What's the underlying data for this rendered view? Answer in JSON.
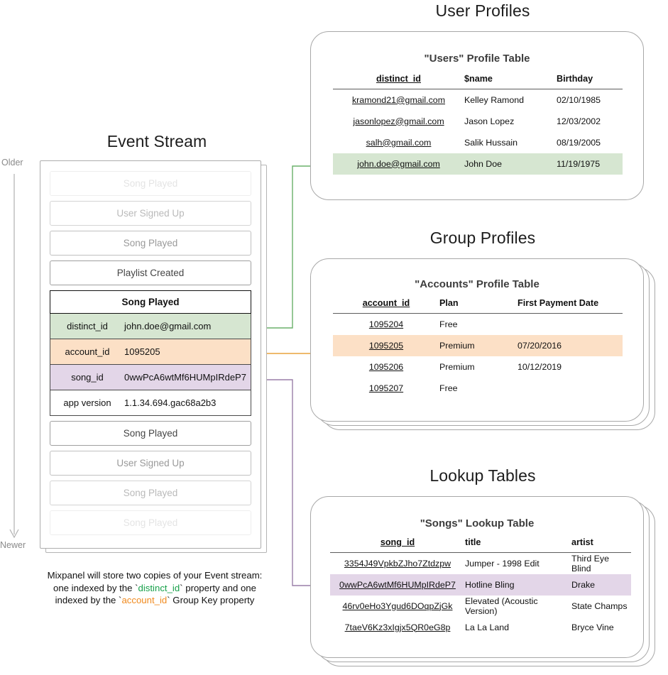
{
  "sections": {
    "user_profiles_title": "User Profiles",
    "group_profiles_title": "Group Profiles",
    "lookup_tables_title": "Lookup Tables",
    "event_stream_title": "Event Stream"
  },
  "timeline": {
    "older": "Older",
    "newer": "Newer"
  },
  "event_stream": {
    "before": [
      {
        "label": "Song Played",
        "fade": "f1"
      },
      {
        "label": "User Signed Up",
        "fade": "f2"
      },
      {
        "label": "Song Played",
        "fade": "f3"
      },
      {
        "label": "Playlist Created",
        "fade": "f4"
      }
    ],
    "selected": {
      "title": "Song Played",
      "properties": [
        {
          "key": "distinct_id",
          "value": "john.doe@gmail.com",
          "highlight": "row-green"
        },
        {
          "key": "account_id",
          "value": "1095205",
          "highlight": "row-orange"
        },
        {
          "key": "song_id",
          "value": "0wwPcA6wtMf6HUMpIRdeP7",
          "highlight": "row-purple"
        },
        {
          "key": "app version",
          "value": "1.1.34.694.gac68a2b3",
          "highlight": "row-plain"
        }
      ]
    },
    "after": [
      {
        "label": "Song Played",
        "fade": "f4"
      },
      {
        "label": "User Signed Up",
        "fade": "f3"
      },
      {
        "label": "Song Played",
        "fade": "f2"
      },
      {
        "label": "Song Played",
        "fade": "f1"
      }
    ]
  },
  "caption": {
    "line1": "Mixpanel will store two copies of your Event stream:",
    "line2_a": "one indexed by the `",
    "line2_token": "distinct_id",
    "line2_b": "` property and one",
    "line3_a": "indexed by the `",
    "line3_token": "account_id",
    "line3_b": "` Group Key property"
  },
  "users_table": {
    "title": "\"Users\" Profile Table",
    "headers": [
      "distinct_id",
      "$name",
      "Birthday"
    ],
    "rows": [
      {
        "cells": [
          "kramond21@gmail.com",
          "Kelley Ramond",
          "02/10/1985"
        ],
        "highlight": ""
      },
      {
        "cells": [
          "jasonlopez@gmail.com",
          "Jason Lopez",
          "12/03/2002"
        ],
        "highlight": ""
      },
      {
        "cells": [
          "salh@gmail.com",
          "Salik Hussain",
          "08/19/2005"
        ],
        "highlight": ""
      },
      {
        "cells": [
          "john.doe@gmail.com",
          "John Doe",
          "11/19/1975"
        ],
        "highlight": "hl-green"
      }
    ]
  },
  "accounts_table": {
    "title": "\"Accounts\" Profile Table",
    "headers": [
      "account_id",
      "Plan",
      "First Payment Date"
    ],
    "rows": [
      {
        "cells": [
          "1095204",
          "Free",
          ""
        ],
        "highlight": ""
      },
      {
        "cells": [
          "1095205",
          "Premium",
          "07/20/2016"
        ],
        "highlight": "hl-orange"
      },
      {
        "cells": [
          "1095206",
          "Premium",
          "10/12/2019"
        ],
        "highlight": ""
      },
      {
        "cells": [
          "1095207",
          "Free",
          ""
        ],
        "highlight": ""
      }
    ]
  },
  "songs_table": {
    "title": "\"Songs\" Lookup Table",
    "headers": [
      "song_id",
      "title",
      "artist"
    ],
    "rows": [
      {
        "cells": [
          "3354J49VpkbZJho7Ztdzpw",
          "Jumper - 1998 Edit",
          "Third Eye Blind"
        ],
        "highlight": ""
      },
      {
        "cells": [
          "0wwPcA6wtMf6HUMpIRdeP7",
          "Hotline Bling",
          "Drake"
        ],
        "highlight": "hl-purple"
      },
      {
        "cells": [
          "46rv0eHo3Ygud6DOqpZjGk",
          "Elevated (Acoustic Version)",
          "State Champs"
        ],
        "highlight": ""
      },
      {
        "cells": [
          "7taeV6Kz3xIgjx5QR0eG8p",
          "La La Land",
          "Bryce Vine"
        ],
        "highlight": ""
      }
    ]
  },
  "colors": {
    "green": "#d6e6d1",
    "orange": "#fce0c6",
    "purple": "#e3d6e8",
    "arrow_green": "#6ab06a",
    "arrow_orange": "#e8a33d",
    "arrow_purple": "#9a7fa8",
    "border": "#a8a8a8"
  }
}
